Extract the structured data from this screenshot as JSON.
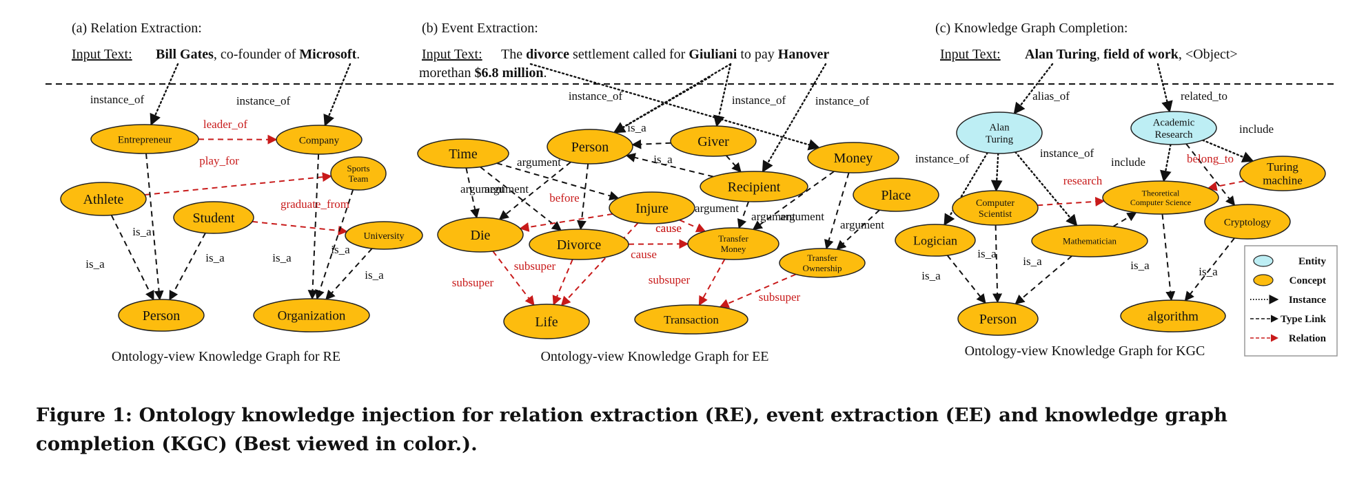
{
  "colors": {
    "concept_fill": "#FDBC0E",
    "entity_fill": "#BDEEF4",
    "relation": "#C81A1A",
    "ink": "#111111"
  },
  "panels": {
    "re": {
      "heading": "(a) Relation Extraction:",
      "input_label": "Input Text:",
      "input_parts": [
        [
          "Bill Gates",
          true
        ],
        [
          ", co-founder of ",
          false
        ],
        [
          "Microsoft",
          true
        ],
        [
          ".",
          false
        ]
      ],
      "footer": "Ontology-view Knowledge Graph for RE"
    },
    "ee": {
      "heading": "(b) Event Extraction:",
      "input_label": "Input Text:",
      "input_parts": [
        [
          "The ",
          false
        ],
        [
          "divorce",
          true
        ],
        [
          " settlement called for ",
          false
        ],
        [
          "Giuliani",
          true
        ],
        [
          " to pay ",
          false
        ],
        [
          "Hanover",
          true
        ]
      ],
      "input_parts_line2": [
        [
          "morethan ",
          false
        ],
        [
          "$6.8 million",
          true
        ],
        [
          ".",
          false
        ]
      ],
      "footer": "Ontology-view Knowledge Graph for EE"
    },
    "kgc": {
      "heading": "(c) Knowledge Graph Completion:",
      "input_label": "Input Text:",
      "input_parts": [
        [
          "Alan Turing",
          true
        ],
        [
          ",  ",
          false
        ],
        [
          "field of work",
          true
        ],
        [
          ",  <Object>",
          false
        ]
      ],
      "footer": "Ontology-view Knowledge Graph for KGC"
    }
  },
  "nodes": [
    {
      "id": "entrepreneur",
      "label": "Entrepreneur",
      "kind": "concept"
    },
    {
      "id": "company",
      "label": "Company",
      "kind": "concept"
    },
    {
      "id": "sports_team",
      "label": "Sports\nTeam",
      "kind": "concept"
    },
    {
      "id": "athlete",
      "label": "Athlete",
      "kind": "concept"
    },
    {
      "id": "student",
      "label": "Student",
      "kind": "concept"
    },
    {
      "id": "university",
      "label": "University",
      "kind": "concept"
    },
    {
      "id": "person_re",
      "label": "Person",
      "kind": "concept"
    },
    {
      "id": "organization",
      "label": "Organization",
      "kind": "concept"
    },
    {
      "id": "time",
      "label": "Time",
      "kind": "concept"
    },
    {
      "id": "person_ee",
      "label": "Person",
      "kind": "concept"
    },
    {
      "id": "giver",
      "label": "Giver",
      "kind": "concept"
    },
    {
      "id": "money",
      "label": "Money",
      "kind": "concept"
    },
    {
      "id": "recipient",
      "label": "Recipient",
      "kind": "concept"
    },
    {
      "id": "place",
      "label": "Place",
      "kind": "concept"
    },
    {
      "id": "injure",
      "label": "Injure",
      "kind": "concept"
    },
    {
      "id": "die",
      "label": "Die",
      "kind": "concept"
    },
    {
      "id": "divorce",
      "label": "Divorce",
      "kind": "concept"
    },
    {
      "id": "transfer_money",
      "label": "Transfer\nMoney",
      "kind": "concept"
    },
    {
      "id": "transfer_ownership",
      "label": "Transfer\nOwnership",
      "kind": "concept"
    },
    {
      "id": "life",
      "label": "Life",
      "kind": "concept"
    },
    {
      "id": "transaction",
      "label": "Transaction",
      "kind": "concept"
    },
    {
      "id": "alan_turing",
      "label": "Alan\nTuring",
      "kind": "entity"
    },
    {
      "id": "academic_research",
      "label": "Academic\nResearch",
      "kind": "entity"
    },
    {
      "id": "turing_machine",
      "label": "Turing\nmachine",
      "kind": "concept"
    },
    {
      "id": "computer_scientist",
      "label": "Computer\nScientist",
      "kind": "concept"
    },
    {
      "id": "theoretical_cs",
      "label": "Theoretical\nComputer Science",
      "kind": "concept"
    },
    {
      "id": "logician",
      "label": "Logician",
      "kind": "concept"
    },
    {
      "id": "mathematician",
      "label": "Mathematician",
      "kind": "concept"
    },
    {
      "id": "cryptology",
      "label": "Cryptology",
      "kind": "concept"
    },
    {
      "id": "person_kgc",
      "label": "Person",
      "kind": "concept"
    },
    {
      "id": "algorithm",
      "label": "algorithm",
      "kind": "concept"
    }
  ],
  "edges": [
    {
      "from": "entrepreneur",
      "to": "company",
      "type": "relation",
      "label": "leader_of"
    },
    {
      "from": "athlete",
      "to": "sports_team",
      "type": "relation",
      "label": "play_for"
    },
    {
      "from": "student",
      "to": "university",
      "type": "relation",
      "label": "graduate_from"
    },
    {
      "from": "entrepreneur",
      "to": "person_re",
      "type": "type",
      "label": ""
    },
    {
      "from": "athlete",
      "to": "person_re",
      "type": "type",
      "label": "is_a"
    },
    {
      "from": "student",
      "to": "person_re",
      "type": "type",
      "label": "is_a"
    },
    {
      "from": "company",
      "to": "organization",
      "type": "type",
      "label": "is_a"
    },
    {
      "from": "sports_team",
      "to": "organization",
      "type": "type",
      "label": "is_a"
    },
    {
      "from": "university",
      "to": "organization",
      "type": "type",
      "label": "is_a"
    },
    {
      "from": "giver",
      "to": "person_ee",
      "type": "type",
      "label": "is_a"
    },
    {
      "from": "recipient",
      "to": "person_ee",
      "type": "type",
      "label": "is_a"
    },
    {
      "from": "giver",
      "to": "recipient",
      "type": "type",
      "label": ""
    },
    {
      "from": "time",
      "to": "injure",
      "type": "type",
      "label": "argument"
    },
    {
      "from": "time",
      "to": "die",
      "type": "type",
      "label": ""
    },
    {
      "from": "time",
      "to": "divorce",
      "type": "type",
      "label": "argument"
    },
    {
      "from": "person_ee",
      "to": "die",
      "type": "type",
      "label": ""
    },
    {
      "from": "person_ee",
      "to": "divorce",
      "type": "type",
      "label": ""
    },
    {
      "from": "recipient",
      "to": "transfer_money",
      "type": "type",
      "label": "argument"
    },
    {
      "from": "money",
      "to": "transfer_money",
      "type": "type",
      "label": "argument"
    },
    {
      "from": "money",
      "to": "transfer_ownership",
      "type": "type",
      "label": ""
    },
    {
      "from": "place",
      "to": "transfer_ownership",
      "type": "type",
      "label": "argument"
    },
    {
      "from": "injure",
      "to": "die",
      "type": "relation",
      "label": "before"
    },
    {
      "from": "injure",
      "to": "transfer_money",
      "type": "relation",
      "label": "cause"
    },
    {
      "from": "divorce",
      "to": "transfer_money",
      "type": "relation",
      "label": "cause"
    },
    {
      "from": "die",
      "to": "life",
      "type": "relation",
      "label": "subsuper"
    },
    {
      "from": "divorce",
      "to": "life",
      "type": "relation",
      "label": "subsuper"
    },
    {
      "from": "injure",
      "to": "life",
      "type": "relation",
      "label": ""
    },
    {
      "from": "transfer_money",
      "to": "transaction",
      "type": "relation",
      "label": "subsuper"
    },
    {
      "from": "transfer_ownership",
      "to": "transaction",
      "type": "relation",
      "label": "subsuper"
    },
    {
      "from": "academic_research",
      "to": "theoretical_cs",
      "type": "instance",
      "label": "include"
    },
    {
      "from": "academic_research",
      "to": "turing_machine",
      "type": "instance",
      "label": "include"
    },
    {
      "from": "academic_research",
      "to": "cryptology",
      "type": "type",
      "label": ""
    },
    {
      "from": "alan_turing",
      "to": "computer_scientist",
      "type": "instance",
      "label": ""
    },
    {
      "from": "alan_turing",
      "to": "logician",
      "type": "instance",
      "label": "instance_of"
    },
    {
      "from": "alan_turing",
      "to": "mathematician",
      "type": "instance",
      "label": "instance_of"
    },
    {
      "from": "computer_scientist",
      "to": "theoretical_cs",
      "type": "relation",
      "label": "research"
    },
    {
      "from": "turing_machine",
      "to": "theoretical_cs",
      "type": "relation",
      "label": "belong_to"
    },
    {
      "from": "computer_scientist",
      "to": "person_kgc",
      "type": "type",
      "label": "is_a"
    },
    {
      "from": "logician",
      "to": "person_kgc",
      "type": "type",
      "label": "is_a"
    },
    {
      "from": "mathematician",
      "to": "person_kgc",
      "type": "type",
      "label": "is_a"
    },
    {
      "from": "mathematician",
      "to": "theoretical_cs",
      "type": "type",
      "label": ""
    },
    {
      "from": "theoretical_cs",
      "to": "algorithm",
      "type": "type",
      "label": "is_a"
    },
    {
      "from": "cryptology",
      "to": "algorithm",
      "type": "type",
      "label": "is_a"
    }
  ],
  "text_links": [
    {
      "from": "Bill Gates",
      "to": "entrepreneur",
      "label": "instance_of"
    },
    {
      "from": "Microsoft",
      "to": "company",
      "label": "instance_of"
    },
    {
      "from": "divorce",
      "to": "money",
      "label": ""
    },
    {
      "from": "Giuliani",
      "to": "person_ee",
      "label": "instance_of"
    },
    {
      "from": "Giuliani",
      "to": "giver",
      "label": "instance_of"
    },
    {
      "from": "Hanover",
      "to": "recipient",
      "label": "instance_of"
    },
    {
      "from": "$6.8 million",
      "to": "person_ee",
      "label": ""
    },
    {
      "from": "Alan Turing",
      "to": "alan_turing",
      "label": "alias_of"
    },
    {
      "from": "field of work",
      "to": "academic_research",
      "label": "related_to"
    }
  ],
  "legend": {
    "items": [
      {
        "label": "Entity",
        "kind": "entity"
      },
      {
        "label": "Concept",
        "kind": "concept"
      },
      {
        "label": "Instance",
        "kind": "instance"
      },
      {
        "label": "Type Link",
        "kind": "type"
      },
      {
        "label": "Relation",
        "kind": "relation"
      }
    ]
  },
  "caption": "Figure 1: Ontology knowledge injection for relation extraction (RE), event extraction (EE) and knowledge graph completion (KGC) (Best viewed in color.)."
}
